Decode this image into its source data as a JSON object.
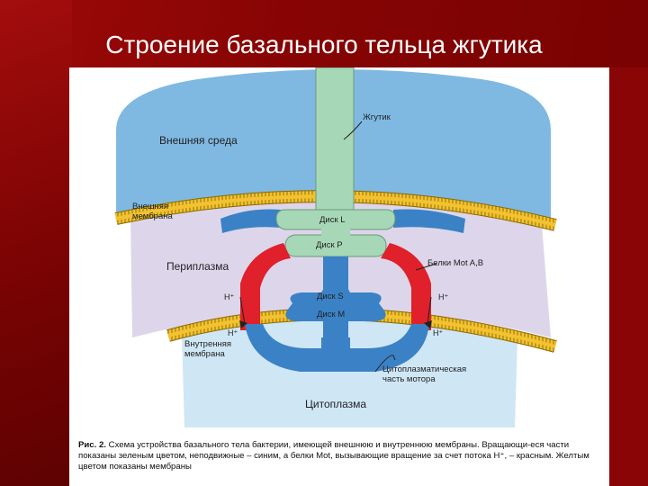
{
  "slide": {
    "title": "Строение базального тельца жгутика"
  },
  "diagram": {
    "labels": {
      "flagellum": "Жгутик",
      "outer_environment": "Внешняя среда",
      "outer_membrane_l1": "Внешняя",
      "outer_membrane_l2": "мембрана",
      "periplasm": "Периплазма",
      "disk_l": "Диск L",
      "disk_p": "Диск P",
      "disk_s": "Диск S",
      "disk_m": "Диск M",
      "mot_proteins": "Белки Mot A,B",
      "h_plus": "H⁺",
      "inner_membrane_l1": "Внутренняя",
      "inner_membrane_l2": "мембрана",
      "cytoplasmic_motor_l1": "Цитоплазматическая",
      "cytoplasmic_motor_l2": "часть мотора",
      "cytoplasm": "Цитоплазма"
    },
    "colors": {
      "outer_environment": "#7fb9e2",
      "periplasm": "#ddd6ea",
      "cytoplasm": "#cfe6f5",
      "membrane_yellow": "#f2c230",
      "rotating_green": "#a6d7b6",
      "static_blue": "#3a82c5",
      "mot_red": "#e0202a"
    }
  },
  "caption": {
    "figure_label": "Рис. 2.",
    "text": "Схема устройства базального тела бактерии, имеющей внешнюю и внутреннюю мембраны. Вращающи-еся части показаны зеленым цветом, неподвижные – синим, а белки Mot, вызывающие вращение за счет потока H⁺, – красным. Желтым цветом показаны мембраны"
  }
}
